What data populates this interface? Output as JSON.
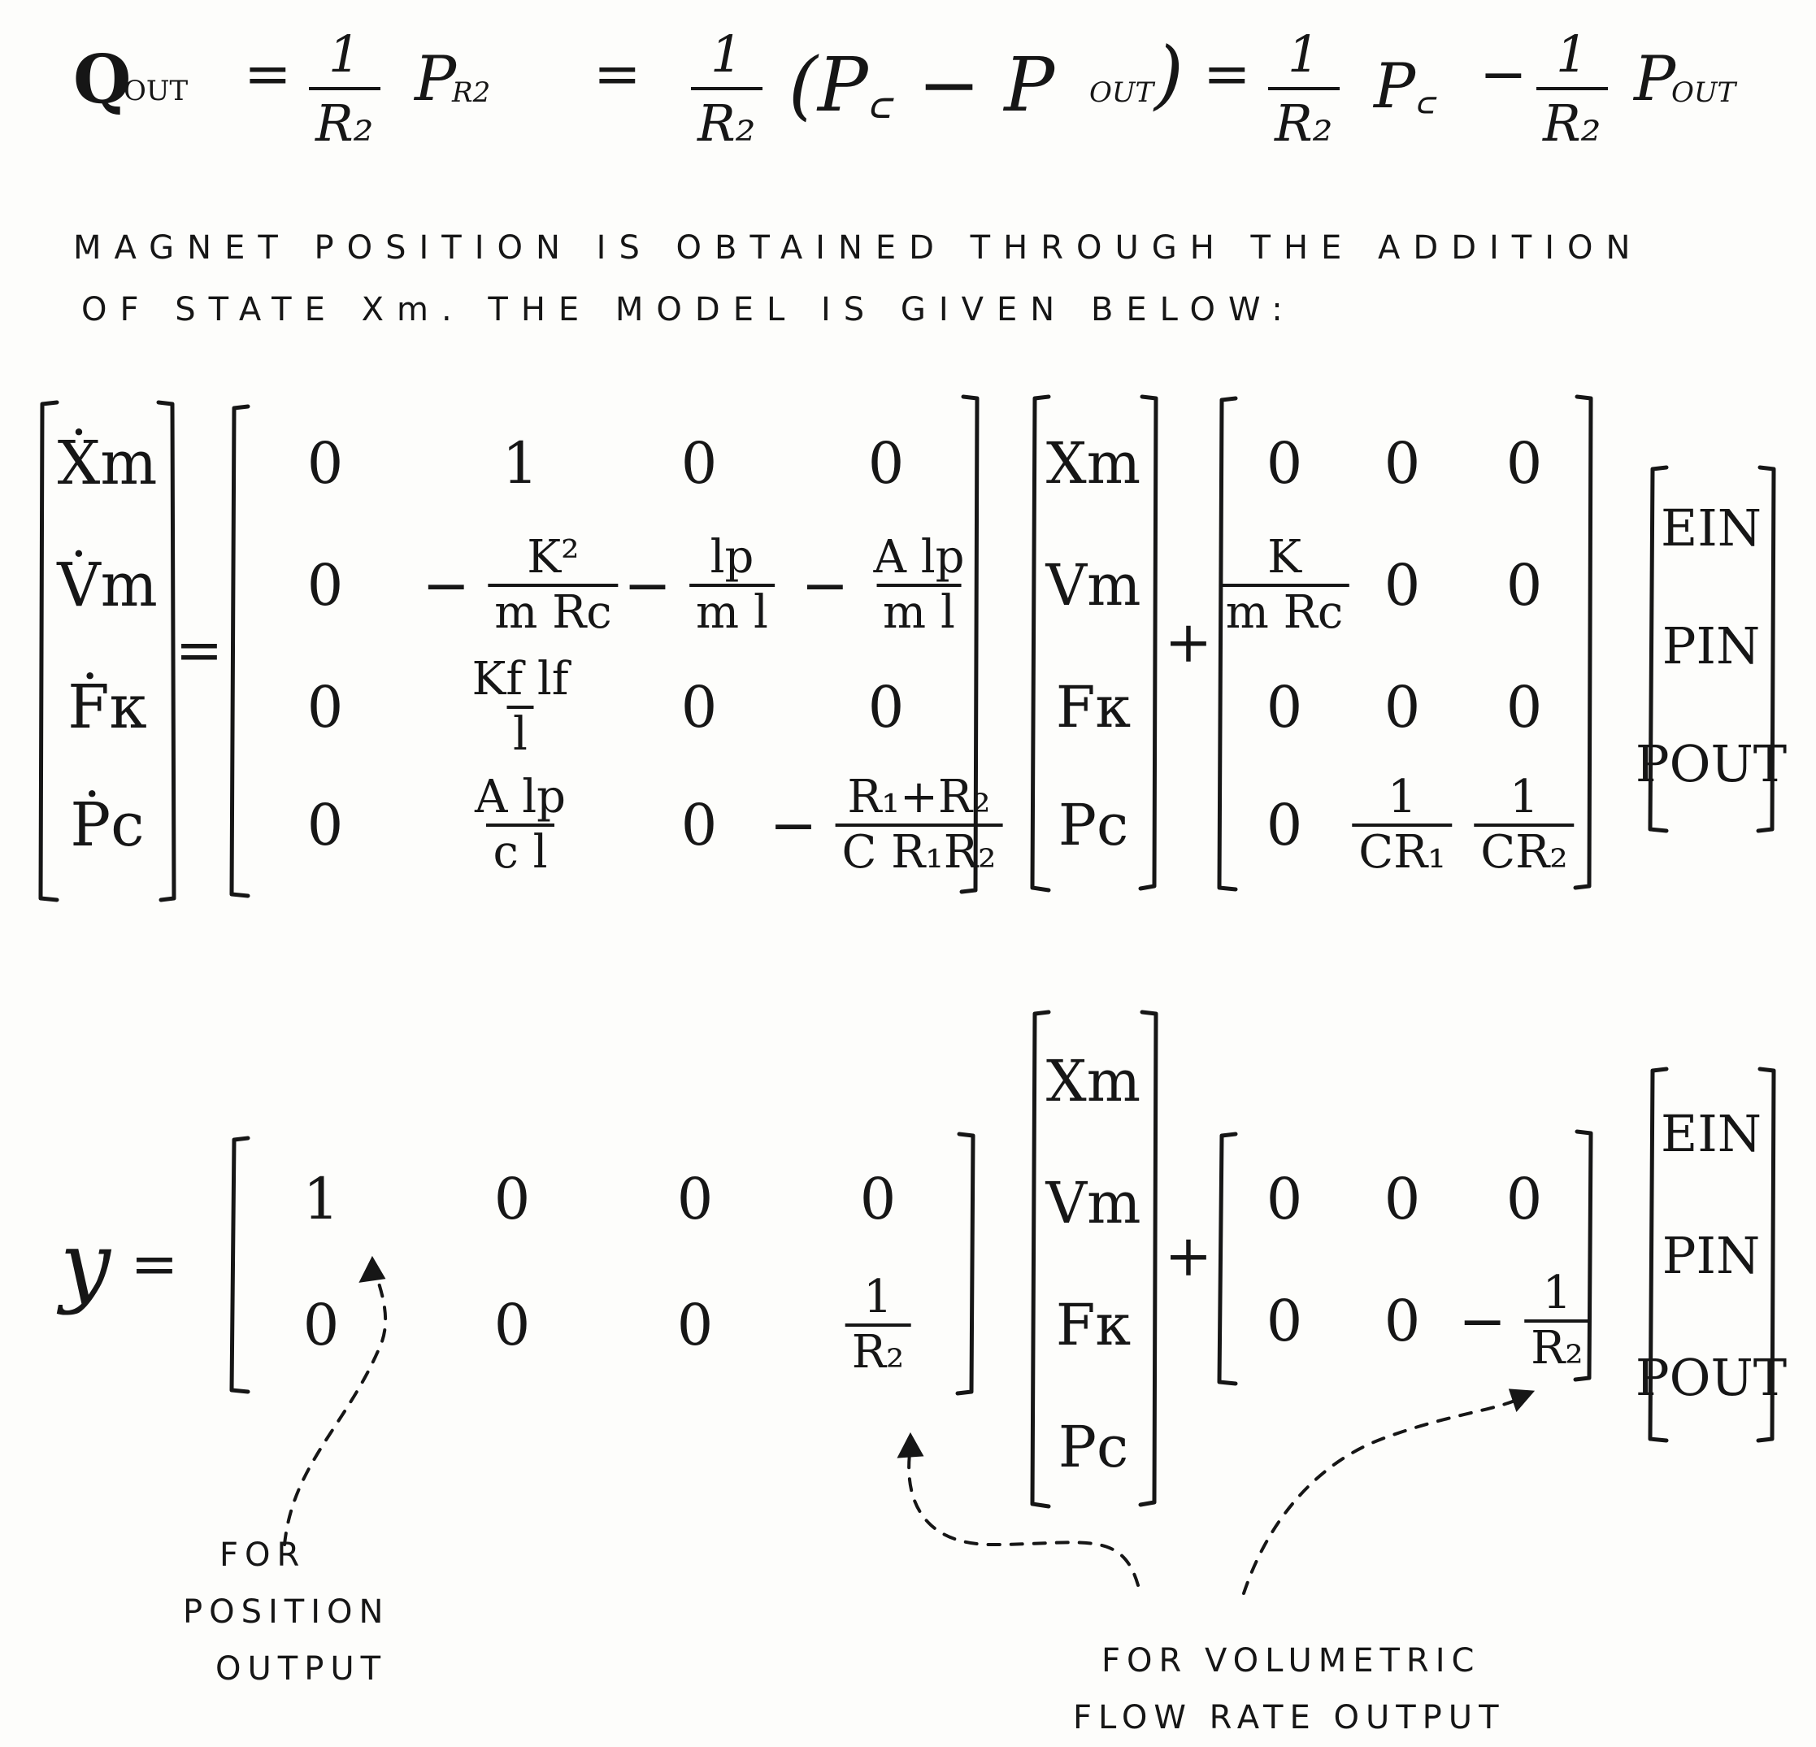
{
  "qout_equation": {
    "lhs": "Q",
    "lhs_sub": "OUT",
    "eq": "=",
    "t1_num": "1",
    "t1_den": "R₂",
    "t1_var": "P",
    "t1_var_sub": "R2",
    "t2_num": "1",
    "t2_den": "R₂",
    "t2_paren": "(P꜀ − P",
    "t2_paren_sub": "OUT",
    "t2_close": ")",
    "t3_num": "1",
    "t3_den": "R₂",
    "t3_var": "P꜀",
    "minus": "−",
    "t4_num": "1",
    "t4_den": "R₂",
    "t4_var": "P",
    "t4_var_sub": "OUT"
  },
  "text": {
    "line1": "MAGNET POSITION IS OBTAINED THROUGH THE ADDITION",
    "line2": "OF STATE Xm. THE MODEL IS GIVEN BELOW:"
  },
  "state_eq": {
    "lhs": [
      "Ẋm",
      "V̇m",
      "Ḟκ",
      "Ṗc"
    ],
    "eq": "=",
    "A": [
      [
        "0",
        "1",
        "0",
        "0"
      ],
      [
        "0",
        {
          "neg": true,
          "num": "K²",
          "den": "m Rc"
        },
        {
          "neg": true,
          "num": "lp",
          "den": "m l"
        },
        {
          "neg": true,
          "num": "A lp",
          "den": "m l"
        }
      ],
      [
        "0",
        {
          "neg": false,
          "num": "Kf lf",
          "den": "l"
        },
        "0",
        "0"
      ],
      [
        "0",
        {
          "neg": false,
          "num": "A lp",
          "den": "c l"
        },
        "0",
        {
          "neg": true,
          "num": "R₁+R₂",
          "den": "C R₁R₂"
        }
      ]
    ],
    "x": [
      "Xm",
      "Vm",
      "Fκ",
      "Pc"
    ],
    "plus": "+",
    "B": [
      [
        "0",
        "0",
        "0"
      ],
      [
        {
          "neg": false,
          "num": "K",
          "den": "m Rc"
        },
        "0",
        "0"
      ],
      [
        "0",
        "0",
        "0"
      ],
      [
        "0",
        {
          "neg": false,
          "num": "1",
          "den": "CR₁"
        },
        {
          "neg": false,
          "num": "1",
          "den": "CR₂"
        }
      ]
    ],
    "u": [
      "EIN",
      "PIN",
      "POUT"
    ]
  },
  "output_eq": {
    "lhs": "y",
    "eq": "=",
    "C": [
      [
        "1",
        "0",
        "0",
        "0"
      ],
      [
        "0",
        "0",
        "0",
        {
          "neg": false,
          "num": "1",
          "den": "R₂"
        }
      ]
    ],
    "x": [
      "Xm",
      "Vm",
      "Fκ",
      "Pc"
    ],
    "plus": "+",
    "D": [
      [
        "0",
        "0",
        "0"
      ],
      [
        "0",
        "0",
        {
          "neg": true,
          "num": "1",
          "den": "R₂"
        }
      ]
    ],
    "u": [
      "EIN",
      "PIN",
      "POUT"
    ]
  },
  "annotations": {
    "position_output": [
      "FOR",
      "POSITION",
      "OUTPUT"
    ],
    "flow_output": [
      "FOR VOLUMETRIC",
      "FLOW RATE OUTPUT"
    ]
  }
}
